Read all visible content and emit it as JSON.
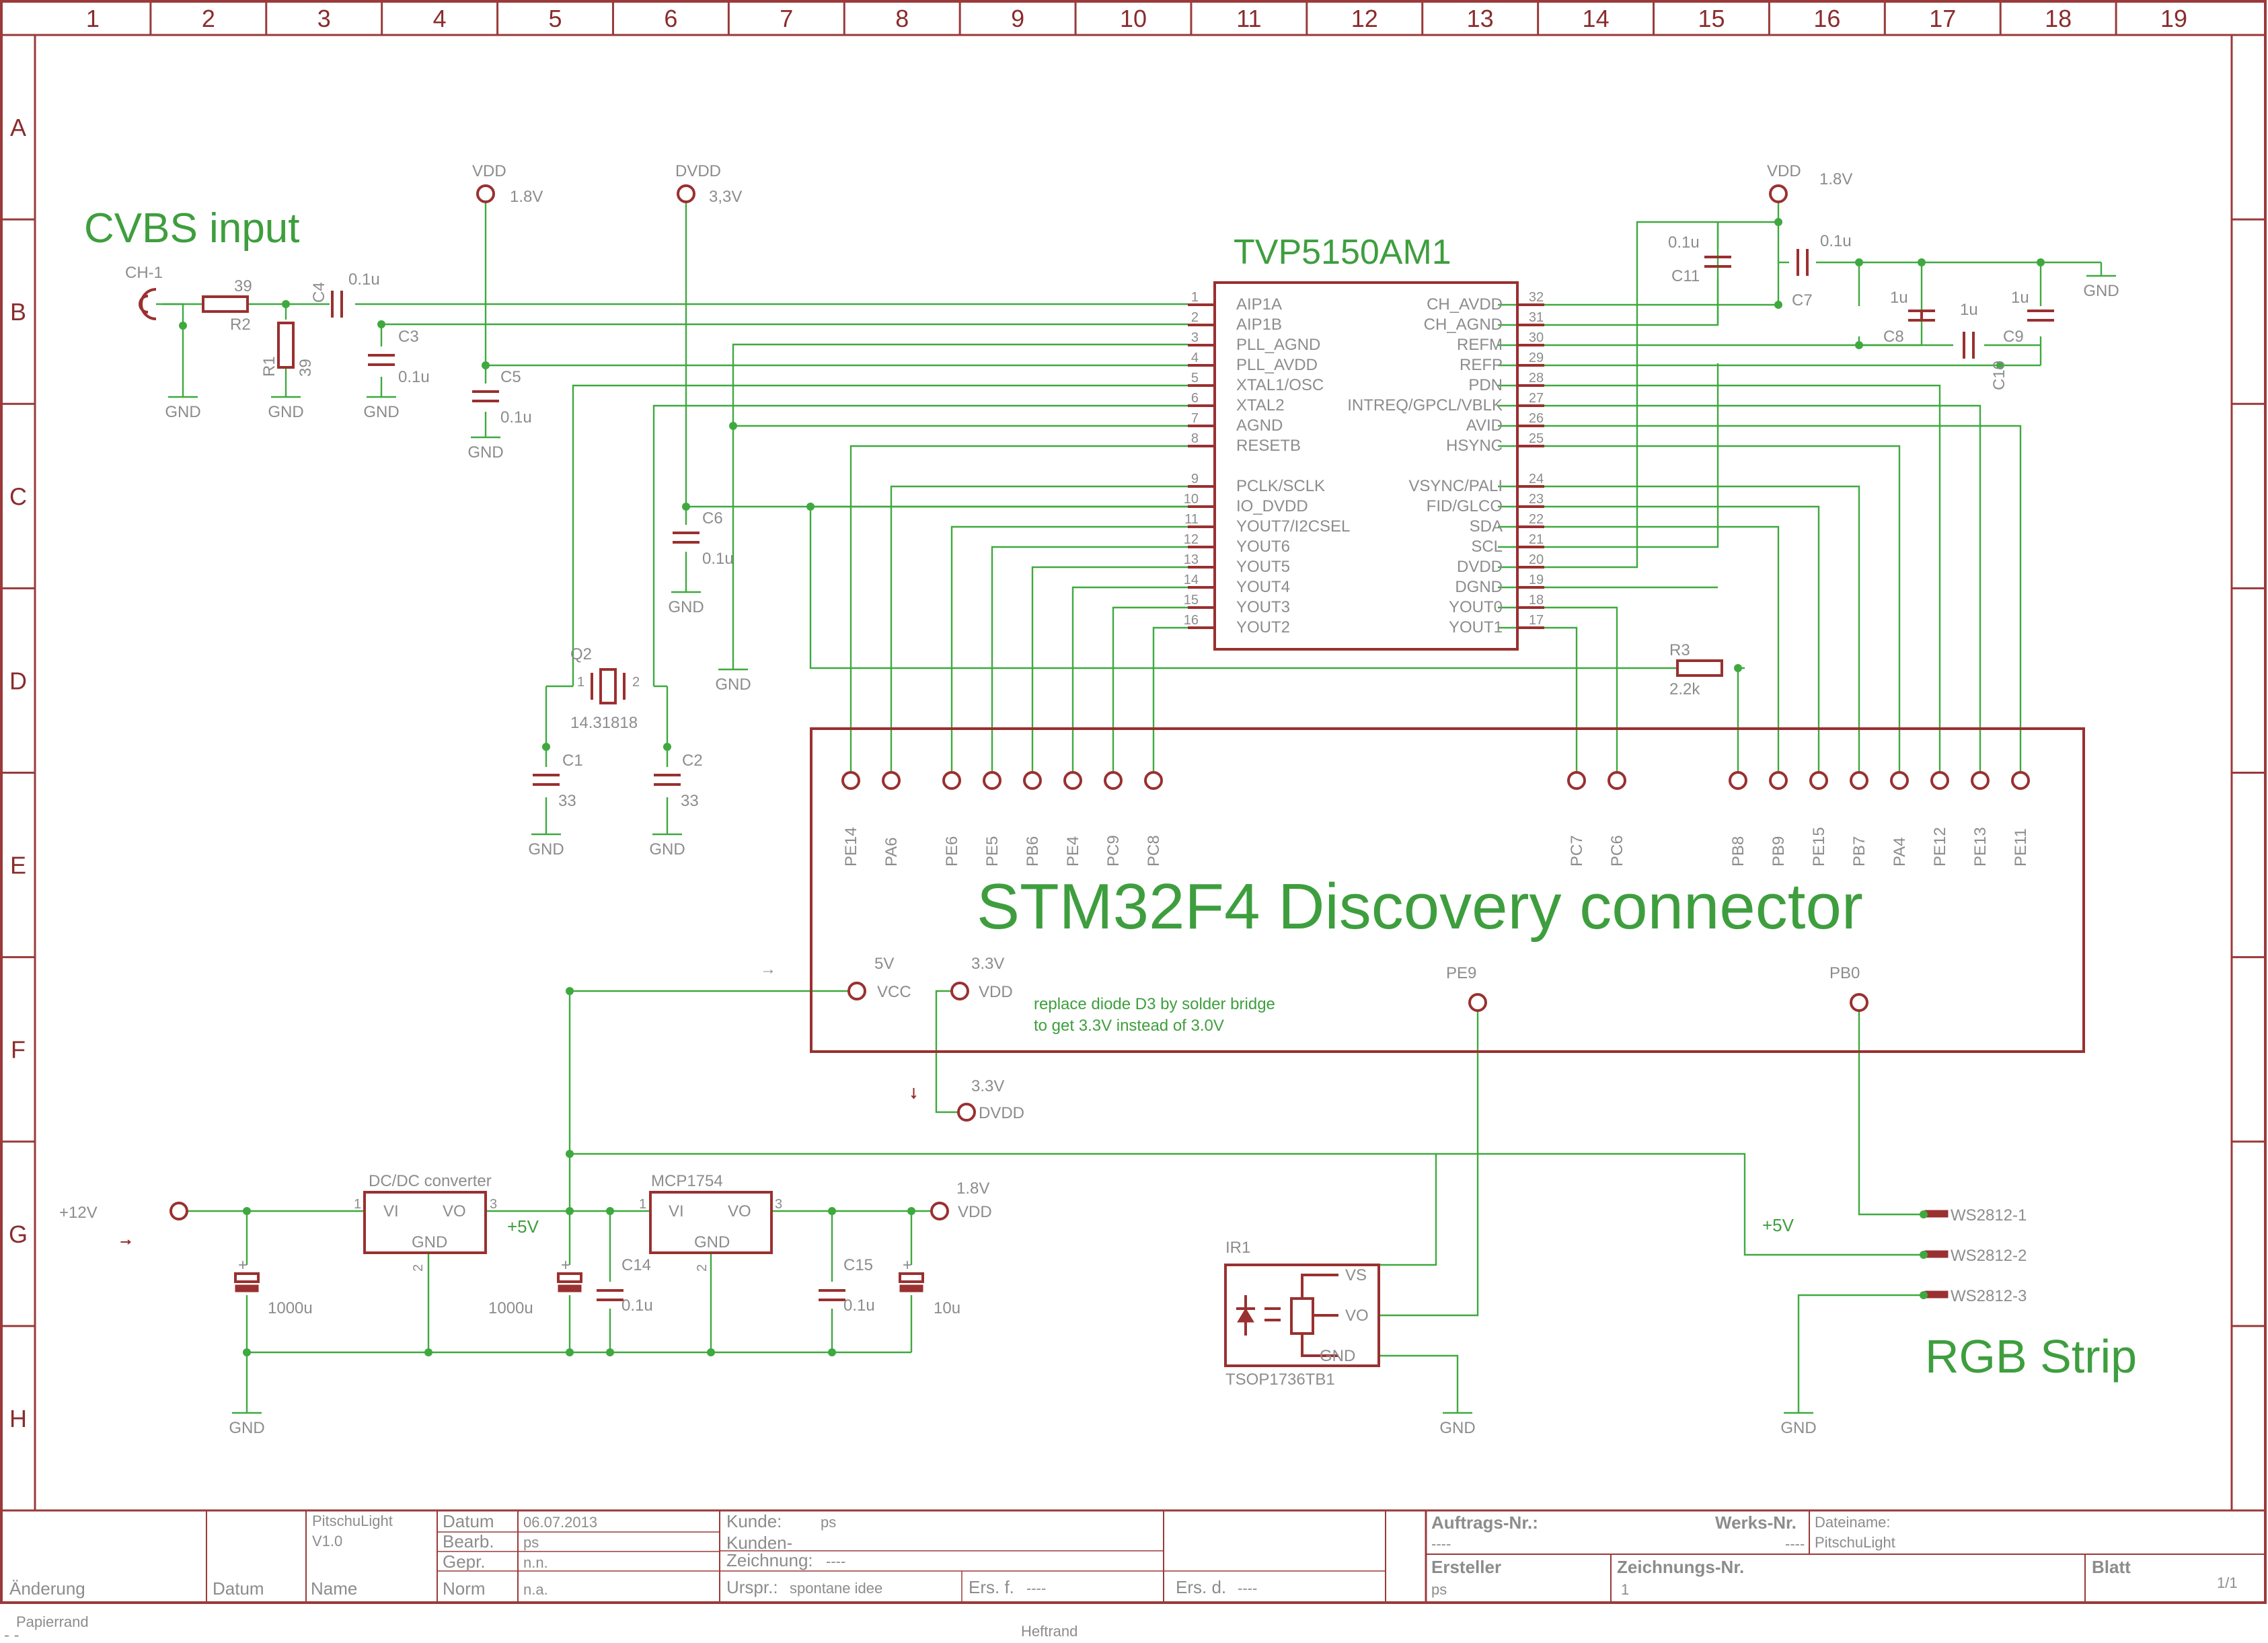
{
  "grid": {
    "columns": [
      "1",
      "2",
      "3",
      "4",
      "5",
      "6",
      "7",
      "8",
      "9",
      "10",
      "11",
      "12",
      "13",
      "14",
      "15",
      "16",
      "17",
      "18",
      "19"
    ],
    "rows": [
      "A",
      "B",
      "C",
      "D",
      "E",
      "F",
      "G",
      "H"
    ]
  },
  "headings": {
    "cvbs": "CVBS input",
    "tvp_title": "TVP5150AM1",
    "stm": "STM32F4 Discovery connector",
    "rgb": "RGB Strip",
    "note1": "replace diode D3 by solder bridge",
    "note2": "to get 3.3V instead of 3.0V",
    "plus5v_a": "+5V",
    "plus5v_b": "+5V",
    "plus12v": "+12V"
  },
  "tvp": {
    "left_pins": [
      {
        "num": "1",
        "name": "AIP1A"
      },
      {
        "num": "2",
        "name": "AIP1B"
      },
      {
        "num": "3",
        "name": "PLL_AGND"
      },
      {
        "num": "4",
        "name": "PLL_AVDD"
      },
      {
        "num": "5",
        "name": "XTAL1/OSC"
      },
      {
        "num": "6",
        "name": "XTAL2"
      },
      {
        "num": "7",
        "name": "AGND"
      },
      {
        "num": "8",
        "name": "RESETB"
      },
      {
        "num": "9",
        "name": "PCLK/SCLK"
      },
      {
        "num": "10",
        "name": "IO_DVDD"
      },
      {
        "num": "11",
        "name": "YOUT7/I2CSEL"
      },
      {
        "num": "12",
        "name": "YOUT6"
      },
      {
        "num": "13",
        "name": "YOUT5"
      },
      {
        "num": "14",
        "name": "YOUT4"
      },
      {
        "num": "15",
        "name": "YOUT3"
      },
      {
        "num": "16",
        "name": "YOUT2"
      }
    ],
    "right_pins": [
      {
        "num": "32",
        "name": "CH_AVDD"
      },
      {
        "num": "31",
        "name": "CH_AGND"
      },
      {
        "num": "30",
        "name": "REFM"
      },
      {
        "num": "29",
        "name": "REFP"
      },
      {
        "num": "28",
        "name": "PDN"
      },
      {
        "num": "27",
        "name": "INTREQ/GPCL/VBLK"
      },
      {
        "num": "26",
        "name": "AVID"
      },
      {
        "num": "25",
        "name": "HSYNC"
      },
      {
        "num": "24",
        "name": "VSYNC/PALI"
      },
      {
        "num": "23",
        "name": "FID/GLCO"
      },
      {
        "num": "22",
        "name": "SDA"
      },
      {
        "num": "21",
        "name": "SCL"
      },
      {
        "num": "20",
        "name": "DVDD"
      },
      {
        "num": "19",
        "name": "DGND"
      },
      {
        "num": "18",
        "name": "YOUT0"
      },
      {
        "num": "17",
        "name": "YOUT1"
      }
    ]
  },
  "connector_pins": [
    "PE14",
    "PA6",
    "PE6",
    "PE5",
    "PB6",
    "PE4",
    "PC9",
    "PC8",
    "PC7",
    "PC6",
    "PB8",
    "PB9",
    "PE15",
    "PB7",
    "PA4",
    "PE12",
    "PE13",
    "PE11"
  ],
  "labels": {
    "ch1": "CH-1",
    "r2_val": "39",
    "r2": "R2",
    "c4": "C4",
    "c4_val": "0.1u",
    "r1": "R1",
    "r1_val": "39",
    "c3": "C3",
    "c3_val": "0.1u",
    "vdd_a": "VDD",
    "vdd_a_val": "1.8V",
    "c5": "C5",
    "c5_val": "0.1u",
    "dvdd_a": "DVDD",
    "dvdd_a_val": "3,3V",
    "c6": "C6",
    "c6_val": "0.1u",
    "q2": "Q2",
    "q2_val": "14.31818",
    "q2_p1": "1",
    "q2_p2": "2",
    "c1": "C1",
    "c1_val": "33",
    "c2": "C2",
    "c2_val": "33",
    "vdd_b": "VDD",
    "vdd_b_val": "1.8V",
    "c11": "C11",
    "c11_val": "0.1u",
    "c7": "C7",
    "c7_val": "0.1u",
    "c8": "C8",
    "c8_val": "1u",
    "c10": "C10",
    "c10_val": "1u",
    "c9": "C9",
    "c9_val": "1u",
    "r3": "R3",
    "r3_val": "2.2k",
    "gnd": "GND",
    "vcc_v": "5V",
    "vcc": "VCC",
    "vdd_c_v": "3.3V",
    "vdd_c": "VDD",
    "dvdd_c_v": "3.3V",
    "dvdd_c": "DVDD",
    "pe9": "PE9",
    "pb0": "PB0",
    "dcdc": "DC/DC converter",
    "dcdc_vi": "VI",
    "dcdc_vo": "VO",
    "dcdc_gnd": "GND",
    "dcdc_p1": "1",
    "dcdc_p2": "2",
    "dcdc_p3": "3",
    "c_in_val": "1000u",
    "mcp": "MCP1754",
    "mcp_vi": "VI",
    "mcp_vo": "VO",
    "mcp_gnd": "GND",
    "mcp_p1": "1",
    "mcp_p2": "2",
    "mcp_p3": "3",
    "c_mid_val": "1000u",
    "c14": "C14",
    "c14_val": "0.1u",
    "c15": "C15",
    "c15_val": "0.1u",
    "c_out_val": "10u",
    "vdd_d_v": "1.8V",
    "vdd_d": "VDD",
    "ir1": "IR1",
    "ir_vs": "VS",
    "ir_vo": "VO",
    "ir_gnd": "GND",
    "ir_part": "TSOP1736TB1",
    "ws1": "WS2812-1",
    "ws2": "WS2812-2",
    "ws3": "WS2812-3"
  },
  "title_block": {
    "aenderung": "Änderung",
    "datum": "Datum",
    "name": "Name",
    "project": "PitschuLight",
    "version": "V1.0",
    "datum_label": "Datum",
    "datum_val": "06.07.2013",
    "bearb_label": "Bearb.",
    "bearb_val": "ps",
    "gepr_label": "Gepr.",
    "gepr_val": "n.n.",
    "norm_label": "Norm",
    "norm_val": "n.a.",
    "kunde_label": "Kunde:",
    "kunde_val": "ps",
    "kunden_label": "Kunden-",
    "zeichnung_label": "Zeichnung:",
    "zeichnung_val": "----",
    "urspr_label": "Urspr.:",
    "urspr_val": "spontane idee",
    "ersf_label": "Ers. f.",
    "ersf_val": "----",
    "ersd_label": "Ers. d.",
    "ersd_val": "----",
    "auftrags_label": "Auftrags-Nr.:",
    "auftrags_val": "----",
    "werks_label": "Werks-Nr.",
    "werks_val": "----",
    "dateiname_label": "Dateiname:",
    "dateiname_val": "PitschuLight",
    "ersteller_label": "Ersteller",
    "ersteller_val": "ps",
    "zeichnungsnr_label": "Zeichnungs-Nr.",
    "zeichnungsnr_val": "1",
    "blatt_label": "Blatt",
    "blatt_val": "1/1",
    "papierrand": "Papierrand",
    "heftrand": "Heftrand"
  },
  "colors": {
    "frame": "#9a3a3a",
    "wire": "#3fa93f",
    "symbol": "#9a3030",
    "label": "#8c8c8c",
    "heading": "#3e9e3e"
  }
}
